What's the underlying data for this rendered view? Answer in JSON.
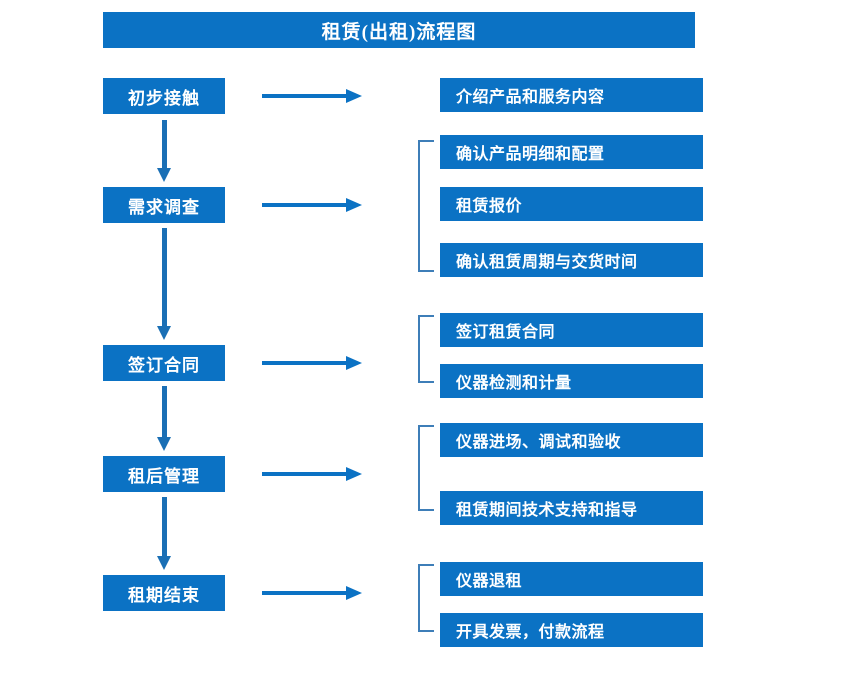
{
  "diagram": {
    "title": "租赁(出租)流程图",
    "accent_color": "#0b72c4",
    "bracket_color": "#3e7eb8",
    "arrow_color": "#0b72c4",
    "text_color": "#ffffff",
    "background_color": "#ffffff"
  },
  "stages": [
    {
      "label": "初步接触"
    },
    {
      "label": "需求调查"
    },
    {
      "label": "签订合同"
    },
    {
      "label": "租后管理"
    },
    {
      "label": "租期结束"
    }
  ],
  "details": [
    {
      "label": "介绍产品和服务内容"
    },
    {
      "label": "确认产品明细和配置"
    },
    {
      "label": "租赁报价"
    },
    {
      "label": "确认租赁周期与交货时间"
    },
    {
      "label": "签订租赁合同"
    },
    {
      "label": "仪器检测和计量"
    },
    {
      "label": "仪器进场、调试和验收"
    },
    {
      "label": "租赁期间技术支持和指导"
    },
    {
      "label": "仪器退租"
    },
    {
      "label": "开具发票，付款流程"
    }
  ],
  "groups": [
    {
      "stage": "初步接触",
      "details": [
        "介绍产品和服务内容"
      ],
      "bracketed": false
    },
    {
      "stage": "需求调查",
      "details": [
        "确认产品明细和配置",
        "租赁报价",
        "确认租赁周期与交货时间"
      ],
      "bracketed": true
    },
    {
      "stage": "签订合同",
      "details": [
        "签订租赁合同",
        "仪器检测和计量"
      ],
      "bracketed": true
    },
    {
      "stage": "租后管理",
      "details": [
        "仪器进场、调试和验收",
        "租赁期间技术支持和指导"
      ],
      "bracketed": true
    },
    {
      "stage": "租期结束",
      "details": [
        "仪器退租",
        "开具发票，付款流程"
      ],
      "bracketed": true
    }
  ],
  "connectors": {
    "horizontal_arrow_count": 5,
    "vertical_arrow_count": 4,
    "icon": "arrow-right-icon",
    "vertical_icon": "arrow-down-icon"
  }
}
